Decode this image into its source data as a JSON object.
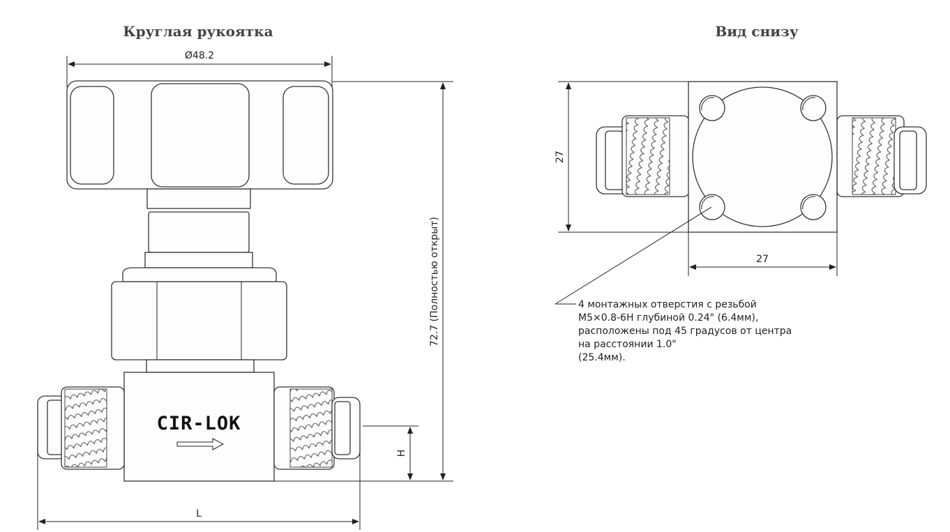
{
  "titles": {
    "left": "Круглая рукоятка",
    "right": "Вид снизу"
  },
  "dimensions": {
    "handle_diameter": "Ø48.2",
    "height_open": "72.7 (Полностью открыт)",
    "length": "L",
    "port_height": "H",
    "bottom_height": "27",
    "bottom_width": "27"
  },
  "brand": {
    "logo_text": "CIR-LOK"
  },
  "note": {
    "line1": "4 монтажных отверстия с резьбой",
    "line2": "M5×0.8-6H глубиной 0.24\" (6.4мм),",
    "line3": "расположены под 45 градусов от центра",
    "line4": "на расстоянии 1.0\"",
    "line5": "(25.4мм)."
  }
}
